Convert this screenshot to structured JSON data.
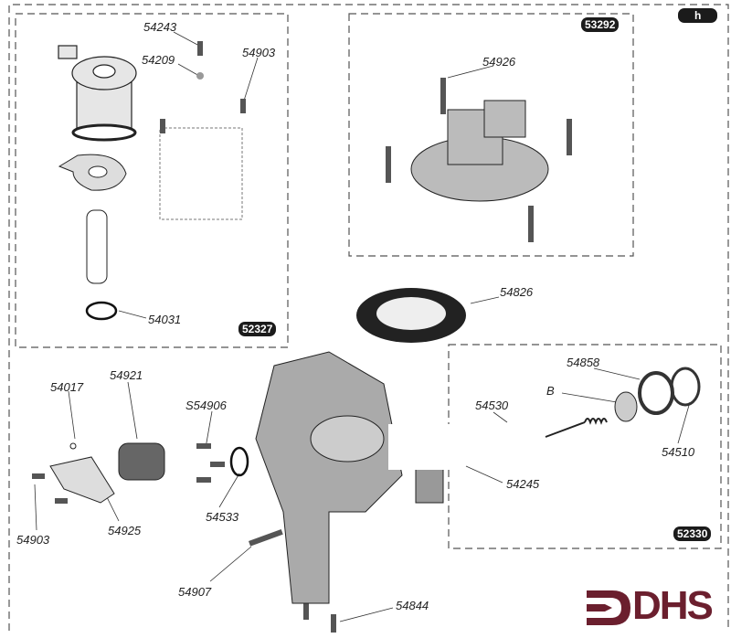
{
  "section_badges": {
    "solenoid_kit": "52327",
    "cover_kit": "53292",
    "valve_kit": "52330",
    "page_marker": "h"
  },
  "part_labels": {
    "screw_top": "54243",
    "washer": "54209",
    "screw_right": "54903",
    "o_ring_plunger": "54031",
    "cover_screw": "54926",
    "diaphragm": "54826",
    "seal_ring": "54858",
    "valve_b": "B",
    "spring_rod": "54530",
    "outer_ring": "54510",
    "clip": "54245",
    "small_o_ring": "54017",
    "filter": "54921",
    "screws_set": "S54906",
    "screw_bracket": "54903",
    "bracket": "54925",
    "o_ring_body": "54533",
    "long_screw": "54907",
    "bottom_screws": "54844"
  },
  "logo": {
    "text": "DHS",
    "color": "#6b1f2e"
  }
}
